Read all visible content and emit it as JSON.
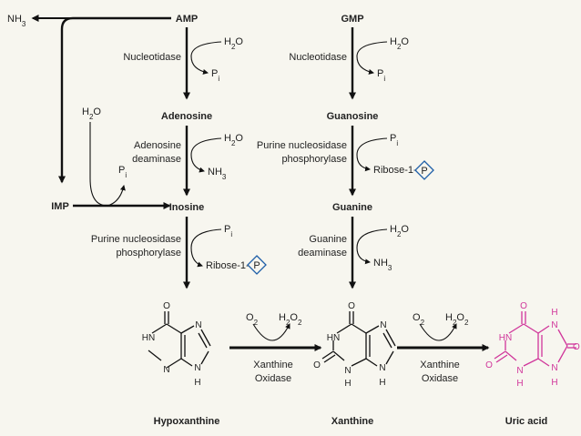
{
  "compounds": {
    "amp": "AMP",
    "gmp": "GMP",
    "adenosine": "Adenosine",
    "guanosine": "Guanosine",
    "imp": "IMP",
    "inosine": "Inosine",
    "guanine": "Guanine",
    "hypoxanthine": "Hypoxanthine",
    "xanthine": "Xanthine",
    "uric_acid": "Uric acid"
  },
  "enzymes": {
    "nucleotidase_1": "Nucleotidase",
    "nucleotidase_2": "Nucleotidase",
    "adenosine_deaminase": [
      "Adenosine",
      "deaminase"
    ],
    "pnp_1": [
      "Purine nucleosidase",
      "phosphorylase"
    ],
    "pnp_2": [
      "Purine nucleosidase",
      "phosphorylase"
    ],
    "guanine_deaminase": [
      "Guanine",
      "deaminase"
    ],
    "xanthine_oxidase_1": [
      "Xanthine",
      "Oxidase"
    ],
    "xanthine_oxidase_2": [
      "Xanthine",
      "Oxidase"
    ]
  },
  "cofactors": {
    "nh3_top": "NH3",
    "h2o": "H2O",
    "pi": "Pi",
    "nh3": "NH3",
    "ribose_1_p": "Ribose-1-",
    "phosphate": "P",
    "o2": "O2",
    "h2o2": "H2O2"
  },
  "atoms": {
    "O": "O",
    "N": "N",
    "HN": "HN",
    "H": "H"
  },
  "colors": {
    "uric_acid": "#d0359a",
    "phosphate_box": "#1f5fa8",
    "arrow": "#111111"
  }
}
